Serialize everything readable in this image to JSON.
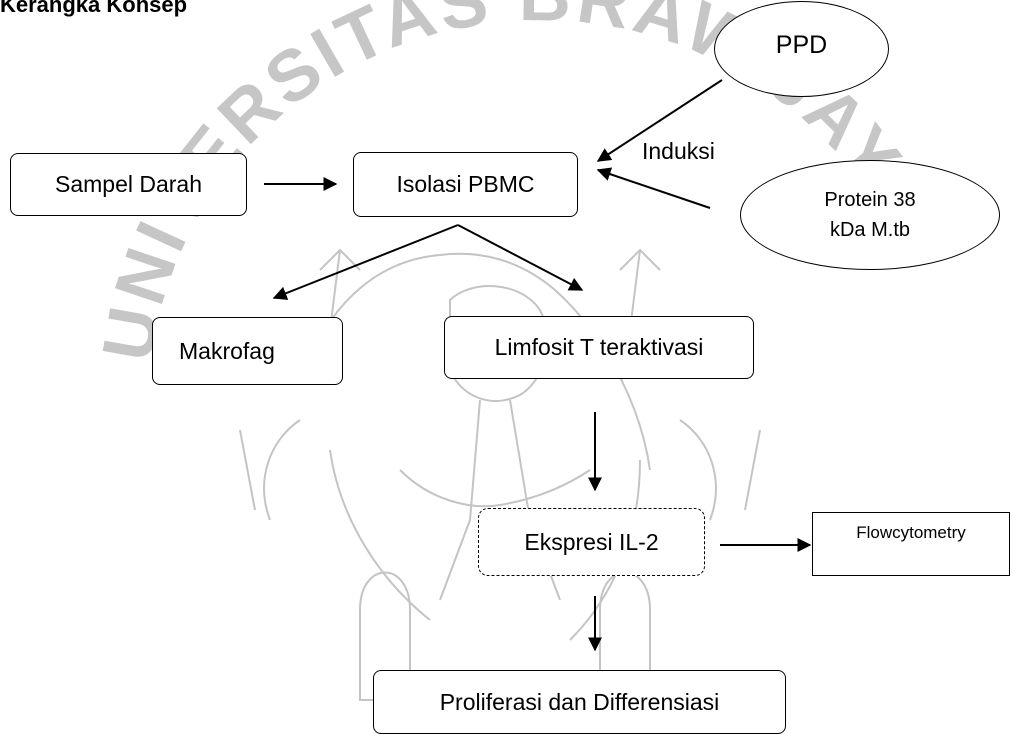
{
  "heading": "Kerangka Konsep",
  "watermark": {
    "top_text": "UNIVERSITAS BRAWIJAYA",
    "color": "#bdbdbd"
  },
  "nodes": {
    "sampel_darah": "Sampel Darah",
    "isolasi_pbmc": "Isolasi PBMC",
    "ppd": "PPD",
    "protein": {
      "line1": "Protein 38",
      "line2": "kDa M.tb"
    },
    "induksi": "Induksi",
    "makrofag": "Makrofag",
    "limfosit": "Limfosit T teraktivasi",
    "ekspresi": "Ekspresi IL-2",
    "flowcytometry": "Flowcytometry",
    "proliferasi": "Proliferasi dan Differensiasi"
  }
}
